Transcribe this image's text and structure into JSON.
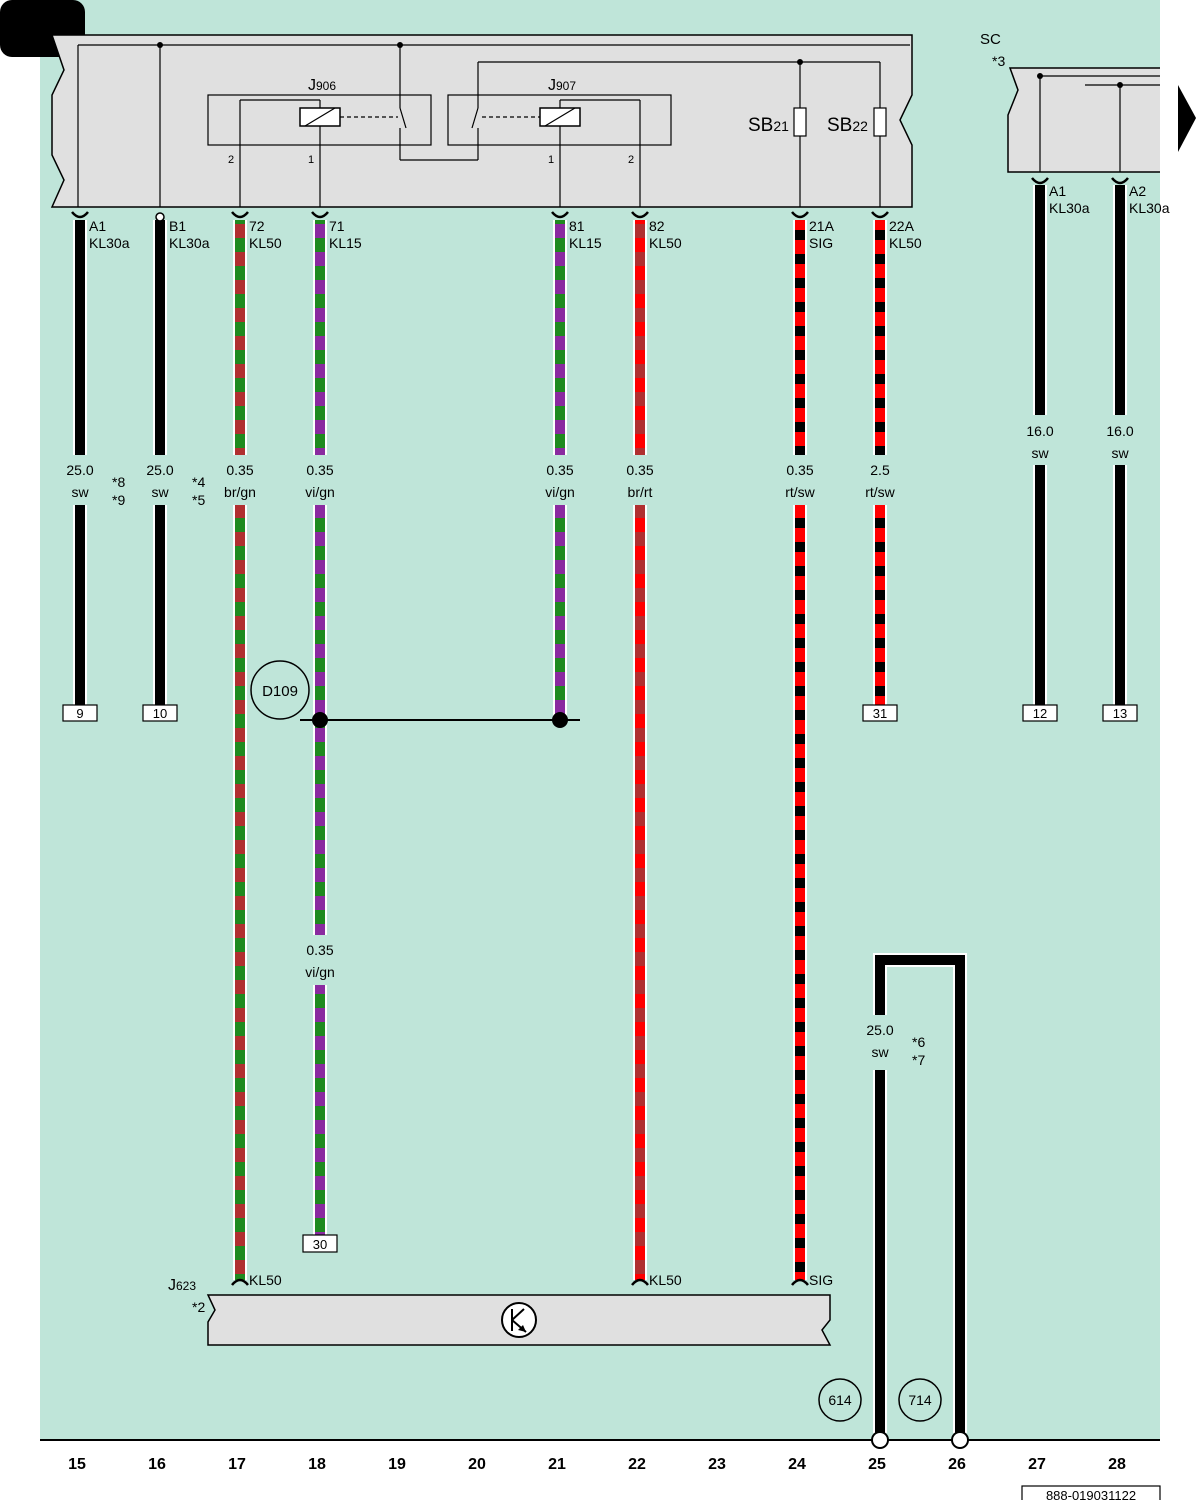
{
  "colors": {
    "background": "#bfe5d9",
    "module_fill": "#e0e0e0",
    "black": "#000000",
    "red": "#ff0000",
    "brown_red": "#b03030",
    "green": "#1f8a1f",
    "violet": "#8a2aa0"
  },
  "relays": {
    "j906": {
      "label": "J",
      "sub": "906",
      "pin_left": "2",
      "pin_right": "1"
    },
    "j907": {
      "label": "J",
      "sub": "907",
      "pin_left": "1",
      "pin_right": "2"
    }
  },
  "fuses": {
    "sb21": {
      "label": "SB",
      "sub": "21"
    },
    "sb22": {
      "label": "SB",
      "sub": "22"
    }
  },
  "sc": {
    "label": "SC",
    "note": "*3"
  },
  "j623": {
    "label": "J",
    "sub": "623",
    "note": "*2",
    "icon": "engine-control-icon"
  },
  "wires": [
    {
      "id": "w15",
      "pin": "A1",
      "term": "KL30a",
      "size": "25.0",
      "color_code": "sw",
      "notes": [
        "*8",
        "*9"
      ],
      "ground": "9"
    },
    {
      "id": "w16",
      "pin": "B1",
      "term": "KL30a",
      "size": "25.0",
      "color_code": "sw",
      "notes": [
        "*4",
        "*5"
      ],
      "ground": "10"
    },
    {
      "id": "w17",
      "pin": "72",
      "term": "KL50",
      "size": "0.35",
      "color_code": "br/gn",
      "end_term": "KL50"
    },
    {
      "id": "w18",
      "pin": "71",
      "term": "KL15",
      "size": "0.35",
      "color_code": "vi/gn",
      "size2": "0.35",
      "color_code2": "vi/gn",
      "ground": "30"
    },
    {
      "id": "w21",
      "pin": "81",
      "term": "KL15",
      "size": "0.35",
      "color_code": "vi/gn"
    },
    {
      "id": "w22",
      "pin": "82",
      "term": "KL50",
      "size": "0.35",
      "color_code": "br/rt",
      "end_term": "KL50"
    },
    {
      "id": "w24",
      "pin": "21A",
      "term": "SIG",
      "size": "0.35",
      "color_code": "rt/sw",
      "end_term": "SIG"
    },
    {
      "id": "w25",
      "pin": "22A",
      "term": "KL50",
      "size": "2.5",
      "color_code": "rt/sw",
      "ground": "31"
    },
    {
      "id": "w27",
      "pin": "A1",
      "term": "KL30a",
      "size": "16.0",
      "color_code": "sw",
      "ground": "12"
    },
    {
      "id": "w28",
      "pin": "A2",
      "term": "KL30a",
      "size": "16.0",
      "color_code": "sw",
      "ground": "13"
    },
    {
      "id": "wloop",
      "size": "25.0",
      "color_code": "sw",
      "notes": [
        "*6",
        "*7"
      ]
    }
  ],
  "connection": "D109",
  "refs": [
    "614",
    "714"
  ],
  "tracks": [
    "15",
    "16",
    "17",
    "18",
    "19",
    "20",
    "21",
    "22",
    "23",
    "24",
    "25",
    "26",
    "27",
    "28"
  ],
  "drawing_number": "888-019031122"
}
